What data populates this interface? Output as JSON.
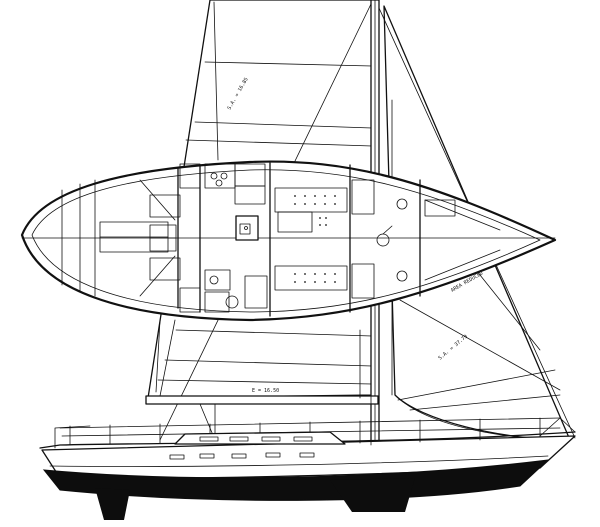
{
  "drawing": {
    "kind": "sailboat profile and accommodation plan",
    "colors": {
      "ink": "#111111",
      "paper": "#ffffff",
      "hull_bottom": "#0d0d0d"
    },
    "labels": {
      "sail_area_main": "S.A. = 16.85",
      "foot_dim": "E = 16.50",
      "sail_area_genoa": "S.A. = 37.79",
      "forward_note": "AREA REDUCED"
    }
  }
}
